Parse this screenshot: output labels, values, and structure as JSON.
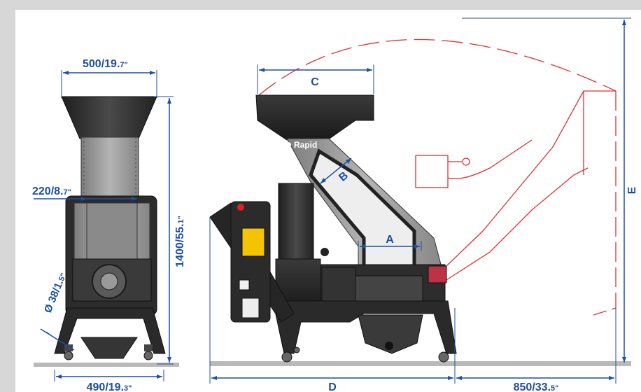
{
  "front_view": {
    "width_top": "500/19.",
    "width_top_small": "7\"",
    "chute_width": "220/8.",
    "chute_width_small": "7\"",
    "height": "1400/55.",
    "height_small": "1\"",
    "diameter": "Ø 38/1.",
    "diameter_small": "5\"",
    "base_width": "490/19.",
    "base_width_small": "3\""
  },
  "side_view": {
    "label_a": "A",
    "label_b": "B",
    "label_c": "C",
    "label_d": "D",
    "label_e": "E",
    "extension": "850/33.",
    "extension_small": "5\"",
    "brand": "Rapid"
  },
  "colors": {
    "dimension": "#1f4fa0",
    "machine_dark": "#2b2b2b",
    "machine_steel": "#9a9a9a",
    "open_position": "#e03030",
    "warning_panel": "#f5c400"
  }
}
